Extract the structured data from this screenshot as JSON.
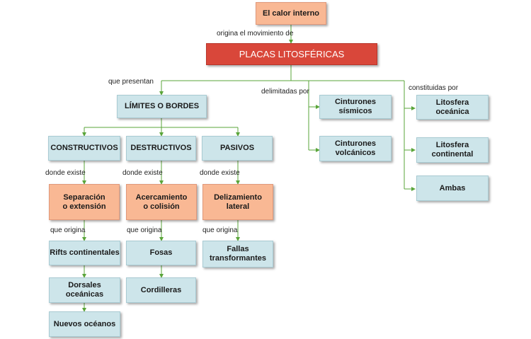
{
  "nodes": {
    "calor": "El calor interno",
    "placas": "PLACAS LITOSFÉRICAS",
    "limites": "LÍMITES O BORDES",
    "constructivos": "CONSTRUCTIVOS",
    "destructivos": "DESTRUCTIVOS",
    "pasivos": "PASIVOS",
    "separacion": "Separación\no extensión",
    "acercamiento": "Acercamiento\no colisión",
    "delizamiento": "Delizamiento\nlateral",
    "rifts": "Rifts continentales",
    "dorsales": "Dorsales oceánicas",
    "nuevos": "Nuevos océanos",
    "fosas": "Fosas",
    "cordilleras": "Cordilleras",
    "fallas": "Fallas\ntransformantes",
    "cint_sismicos": "Cinturones\nsísmicos",
    "cint_volcanicos": "Cinturones\nvolcánicos",
    "lit_oceanica": "Litosfera\noceánica",
    "lit_continental": "Litosfera\ncontinental",
    "ambas": "Ambas"
  },
  "labels": {
    "origina_mov": "origina el movimiento de",
    "que_presentan": "que presentan",
    "delimitadas_por": "delimitadas por",
    "constituidas_por": "constituidas  por",
    "donde_existe": "donde existe",
    "que_origina": "que origina"
  },
  "colors": {
    "connector": "#5aa53a",
    "blue_box": "#cde5ea",
    "salmon_box": "#f9b894",
    "red_box": "#d9473a"
  }
}
